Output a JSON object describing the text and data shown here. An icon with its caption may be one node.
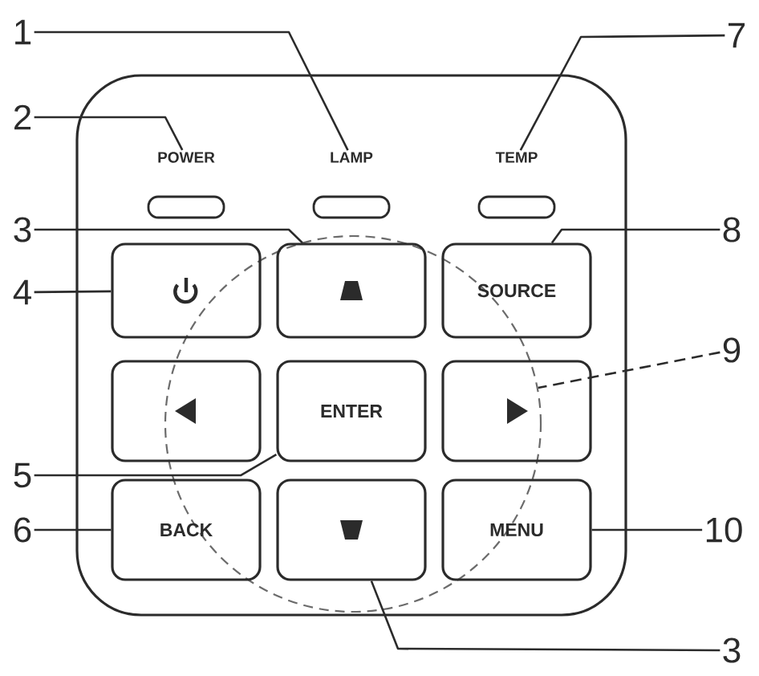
{
  "diagram": {
    "nodes": [
      {
        "text": [],
        "shape": "box"
      },
      {
        "text": [
          "1"
        ]
      },
      {
        "text": [
          "7"
        ]
      },
      {
        "text": [
          "2"
        ]
      },
      {
        "text": [
          "POWER"
        ],
        "in": 0
      },
      {
        "text": [
          "LAMP"
        ],
        "in": 0
      },
      {
        "text": [
          "TEMP"
        ],
        "in": 0
      },
      {
        "text": [],
        "shape": "box",
        "in": 0
      },
      {
        "text": [],
        "shape": "box",
        "in": 0
      },
      {
        "text": [],
        "shape": "box",
        "in": 0
      },
      {
        "text": [
          "3"
        ]
      },
      {
        "text": [
          "8"
        ]
      },
      {
        "text": [
          "4"
        ]
      },
      {
        "text": [],
        "shape": "circle",
        "in": 0
      },
      {
        "text": [],
        "shape": "box",
        "in": 0
      },
      {
        "text": [],
        "shape": "box",
        "in": 13
      },
      {
        "text": [
          "SOURCE"
        ],
        "in": 0
      },
      {
        "text": [
          "9"
        ]
      },
      {
        "text": [],
        "shape": "box",
        "in": 0
      },
      {
        "text": [
          "ENTER"
        ],
        "in": 13
      },
      {
        "text": [],
        "shape": "box",
        "in": 0
      },
      {
        "text": [
          "5"
        ]
      },
      {
        "text": [
          "6"
        ]
      },
      {
        "text": [
          "BACK"
        ],
        "in": 0
      },
      {
        "text": [],
        "shape": "box",
        "in": 13
      },
      {
        "text": [
          "MENU"
        ],
        "in": 0
      },
      {
        "text": [
          "10"
        ]
      },
      {
        "text": [
          "3"
        ]
      }
    ],
    "edges": [
      {
        "from": 1,
        "to": 5,
        "arrow": "none"
      },
      {
        "from": 2,
        "to": 6,
        "arrow": "none"
      },
      {
        "from": 3,
        "to": 4,
        "arrow": "none"
      },
      {
        "from": 10,
        "to": 15,
        "arrow": "none"
      },
      {
        "from": 11,
        "to": 16,
        "arrow": "none"
      },
      {
        "from": 12,
        "to": 14,
        "arrow": "none"
      },
      {
        "from": 17,
        "to": 13,
        "arrow": "none",
        "style": "dashed"
      },
      {
        "from": 21,
        "to": 19,
        "arrow": "none"
      },
      {
        "from": 22,
        "to": 23,
        "arrow": "none"
      },
      {
        "from": 26,
        "to": 25,
        "arrow": "none"
      },
      {
        "from": 27,
        "to": 24,
        "arrow": "none"
      }
    ]
  }
}
